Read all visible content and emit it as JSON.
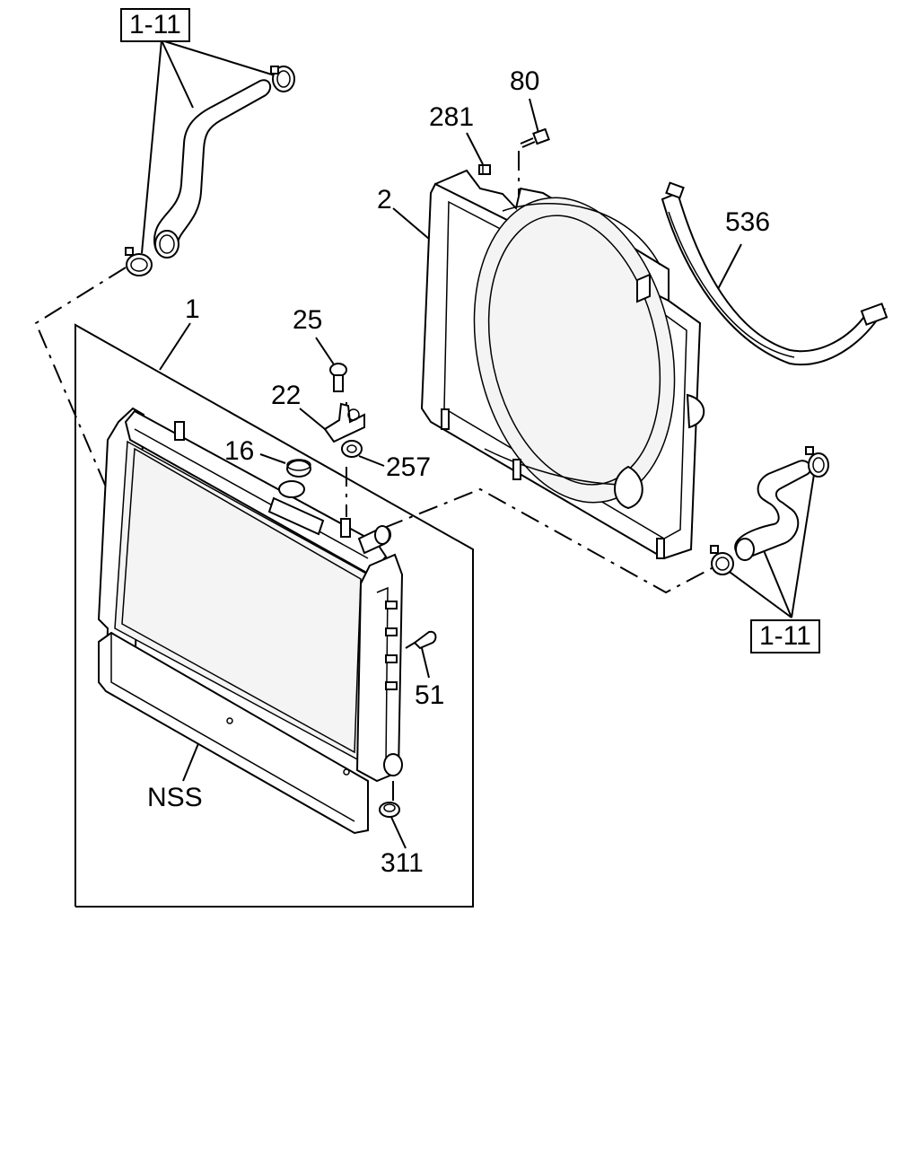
{
  "callouts": {
    "p1": "1",
    "p2": "2",
    "p16": "16",
    "p22": "22",
    "p25": "25",
    "p51": "51",
    "p80": "80",
    "p257": "257",
    "p281": "281",
    "p311": "311",
    "p536": "536",
    "nss": "NSS"
  },
  "references": {
    "upper_hose": "1-11",
    "lower_hose": "1-11"
  }
}
